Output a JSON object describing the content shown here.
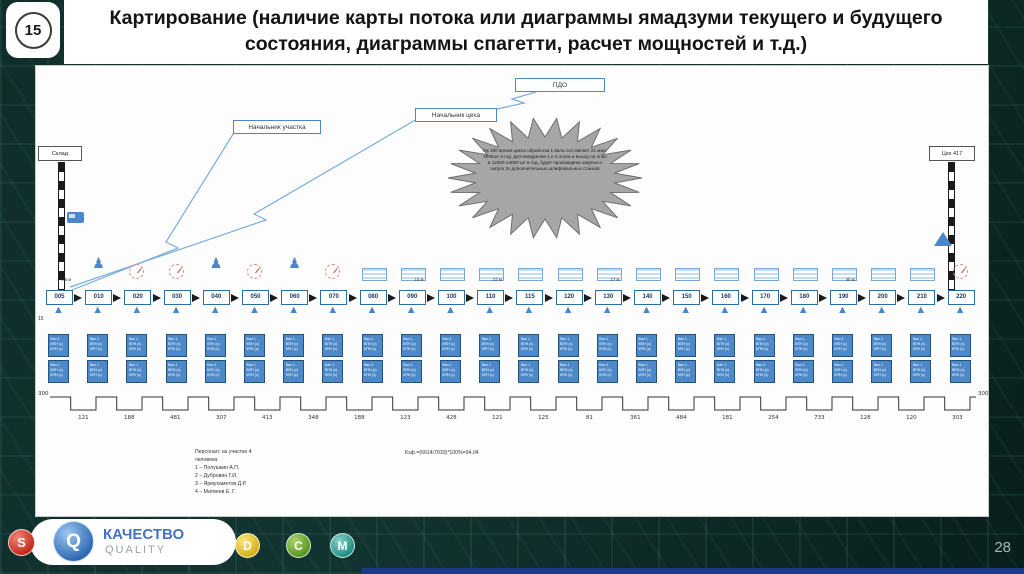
{
  "slide": {
    "badge": "15",
    "title": "Картирование (наличие карты потока или диаграммы ямадзуми текущего и будущего состояния, диаграммы спагетти, расчет мощностей и т.д.)",
    "page_number": "28"
  },
  "diagram": {
    "pdo": "ПДО",
    "shop_head": "Начальник цеха",
    "section_head": "Начальник участка",
    "warehouse": "Склад",
    "shop": "Цех 417",
    "left_count": "15",
    "starburst": "Ок 100 время цикла обработки 1 вала составляет 21 мин; 4900шт в год. Для внедрения 2 и 3 этапа и выход на план в 12000-14000 шт в год, будет произведена закупка и запуск 2х дополнительных шлифовальных станков",
    "data_box_lines": [
      "Вал 1",
      "ВПН (с)",
      "КПН (с)"
    ],
    "processes": [
      {
        "id": "005"
      },
      {
        "id": "010",
        "gap": "0,5 м"
      },
      {
        "id": "020"
      },
      {
        "id": "030"
      },
      {
        "id": "040"
      },
      {
        "id": "050"
      },
      {
        "id": "060"
      },
      {
        "id": "070"
      },
      {
        "id": "080"
      },
      {
        "id": "090"
      },
      {
        "id": "100",
        "gap": "15 м"
      },
      {
        "id": "110"
      },
      {
        "id": "115",
        "gap": "22 м"
      },
      {
        "id": "120"
      },
      {
        "id": "130"
      },
      {
        "id": "140",
        "gap": "17 м"
      },
      {
        "id": "150"
      },
      {
        "id": "160"
      },
      {
        "id": "170"
      },
      {
        "id": "180"
      },
      {
        "id": "190"
      },
      {
        "id": "200",
        "gap": "45 м"
      },
      {
        "id": "210"
      },
      {
        "id": "220"
      }
    ],
    "top_icons": [
      "",
      "person",
      "clock",
      "clock",
      "person",
      "clock",
      "person",
      "clock",
      "stripes",
      "stripes",
      "stripes",
      "stripes",
      "stripes",
      "stripes",
      "stripes",
      "stripes",
      "stripes",
      "stripes",
      "stripes",
      "stripes",
      "stripes",
      "stripes",
      "stripes",
      "clock"
    ],
    "timeline": {
      "start": "300",
      "end": "300",
      "values": [
        121,
        188,
        481,
        307,
        413,
        348,
        188,
        123,
        428,
        121,
        125,
        81,
        361,
        484,
        181,
        254,
        733,
        128,
        120,
        303
      ]
    },
    "notes": {
      "personnel": [
        "Персонал: на участке 4",
        "человека",
        "1 – Полушкин А.П.",
        "2 – Дубровин Г.И.",
        "3 – Ярмухаметов Д.Р.",
        "4 – Матвеев Е. Г."
      ],
      "coefficient": "Кэф.=(6614/7033)*100%=94.04"
    }
  },
  "footer": {
    "s": "S",
    "q": "Q",
    "d": "D",
    "c": "C",
    "m": "M",
    "quality_ru": "КАЧЕСТВО",
    "quality_en": "QUALITY"
  }
}
